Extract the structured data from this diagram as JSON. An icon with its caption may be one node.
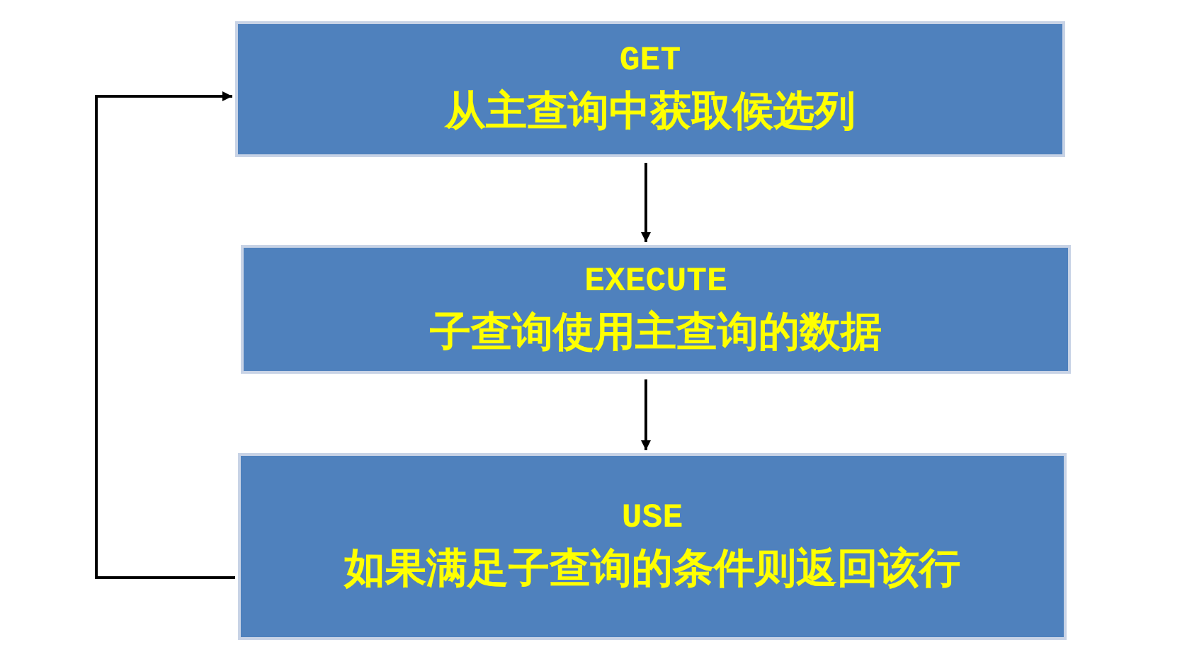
{
  "diagram": {
    "nodes": [
      {
        "text": [
          "GET",
          "从主查询中获取候选列"
        ]
      },
      {
        "text": [
          "EXECUTE",
          "子查询使用主查询的数据"
        ]
      },
      {
        "text": [
          "USE",
          "如果满足子查询的条件则返回该行"
        ]
      }
    ],
    "edges": [
      {
        "from": 0,
        "to": 1,
        "arrow": "to"
      },
      {
        "from": 1,
        "to": 2,
        "arrow": "to"
      },
      {
        "from": 2,
        "to": 0,
        "arrow": "to"
      }
    ]
  }
}
